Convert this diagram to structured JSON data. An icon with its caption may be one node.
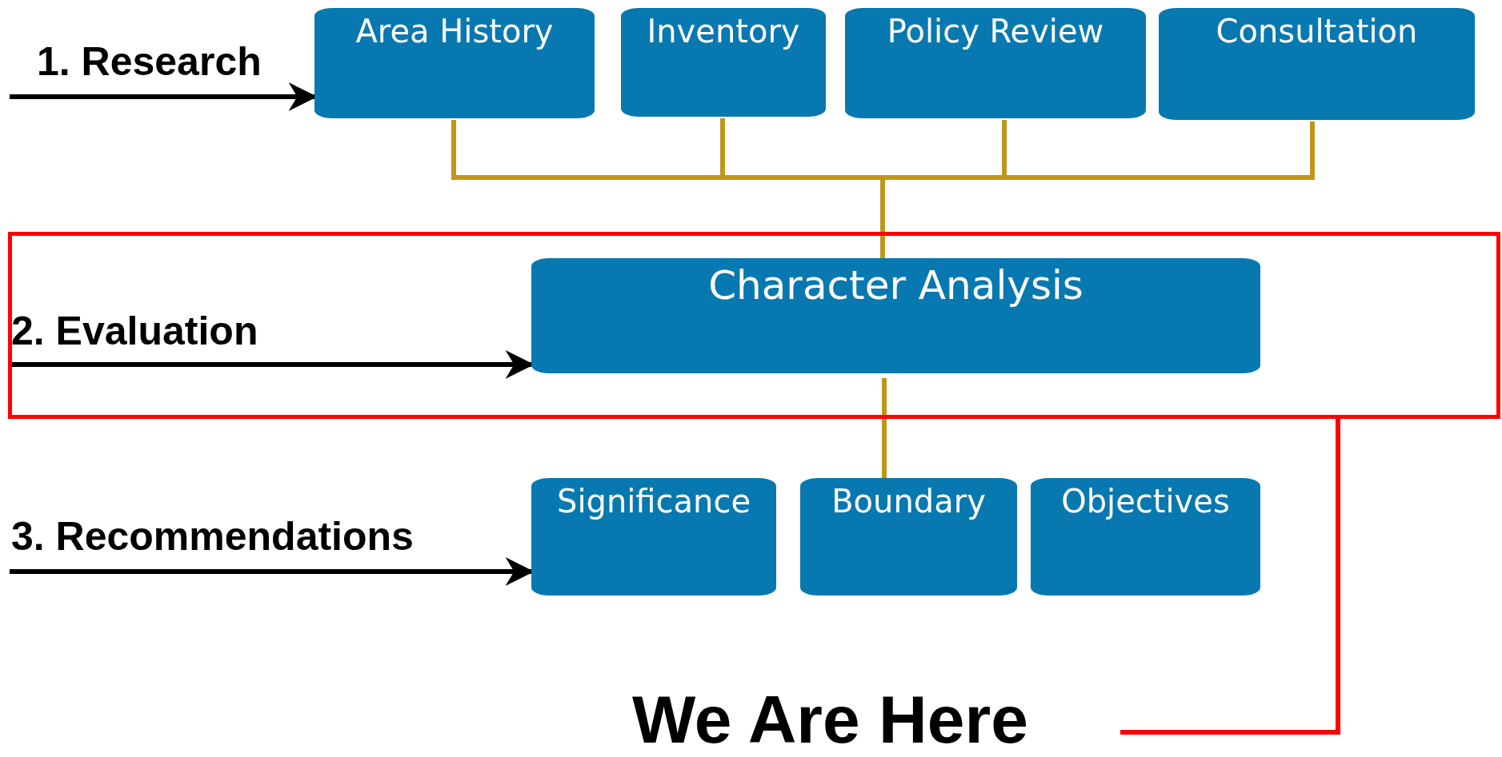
{
  "diagram": {
    "nodes": [
      {
        "text": [
          "Area History"
        ]
      },
      {
        "text": [
          "Inventory"
        ]
      },
      {
        "text": [
          "Policy Review"
        ]
      },
      {
        "text": [
          "Consultation"
        ]
      },
      {
        "text": [],
        "shape": "box"
      },
      {
        "text": [
          "Character Analysis"
        ],
        "in": 4
      },
      {
        "text": [
          "Significance"
        ]
      },
      {
        "text": [
          "Boundary"
        ]
      },
      {
        "text": [
          "Objectives"
        ]
      },
      {
        "text": [
          "We Are Here"
        ]
      }
    ],
    "edges": [
      {
        "from": null,
        "to": 0,
        "arrow": "to",
        "label": "1. Research",
        "color": "#000000"
      },
      {
        "from": null,
        "to": 5,
        "arrow": "to",
        "label": "2. Evaluation",
        "color": "#000000"
      },
      {
        "from": null,
        "to": 6,
        "arrow": "to",
        "label": "3. Recommendations",
        "color": "#000000"
      },
      {
        "from": 0,
        "to": 5,
        "arrow": "none"
      },
      {
        "from": 1,
        "to": 5,
        "arrow": "none"
      },
      {
        "from": 2,
        "to": 5,
        "arrow": "none"
      },
      {
        "from": 3,
        "to": 5,
        "arrow": "none"
      },
      {
        "from": 5,
        "to": 7,
        "arrow": "none"
      },
      {
        "from": 9,
        "to": 4,
        "arrow": "none",
        "color": "#ff0000"
      }
    ]
  }
}
